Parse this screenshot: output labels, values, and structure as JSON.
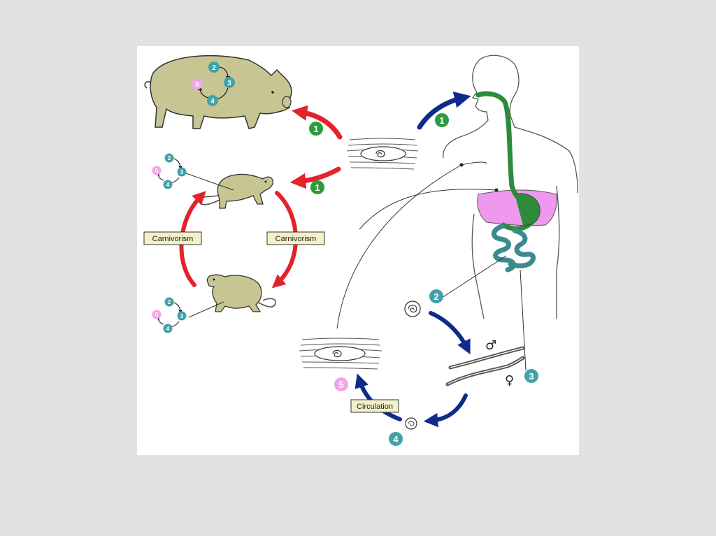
{
  "labels": {
    "carnivorism_left": "Carnivorism",
    "carnivorism_right": "Carnivorism",
    "circulation": "Circulation"
  },
  "stages": {
    "ingestion_pig": "1",
    "ingestion_rat": "1",
    "ingestion_human": "1",
    "larvae_intestine": "2",
    "adults": "3",
    "newborn_larvae": "4",
    "encysted_muscle": "5"
  },
  "mini_cycle": {
    "a": "2",
    "b": "3",
    "c": "4",
    "d": "5"
  },
  "symbols": {
    "male": "♂",
    "female": "♀"
  },
  "colors": {
    "host_animal": "#c7c592",
    "stage_teal": "#3fa3a8",
    "stage_green": "#2e9a3e",
    "stage_pink": "#f2a6e6",
    "arrow_red": "#e2232b",
    "arrow_blue": "#0e2a8a",
    "digestive_tract": "#2e8b3c",
    "liver": "#ee99ee"
  }
}
